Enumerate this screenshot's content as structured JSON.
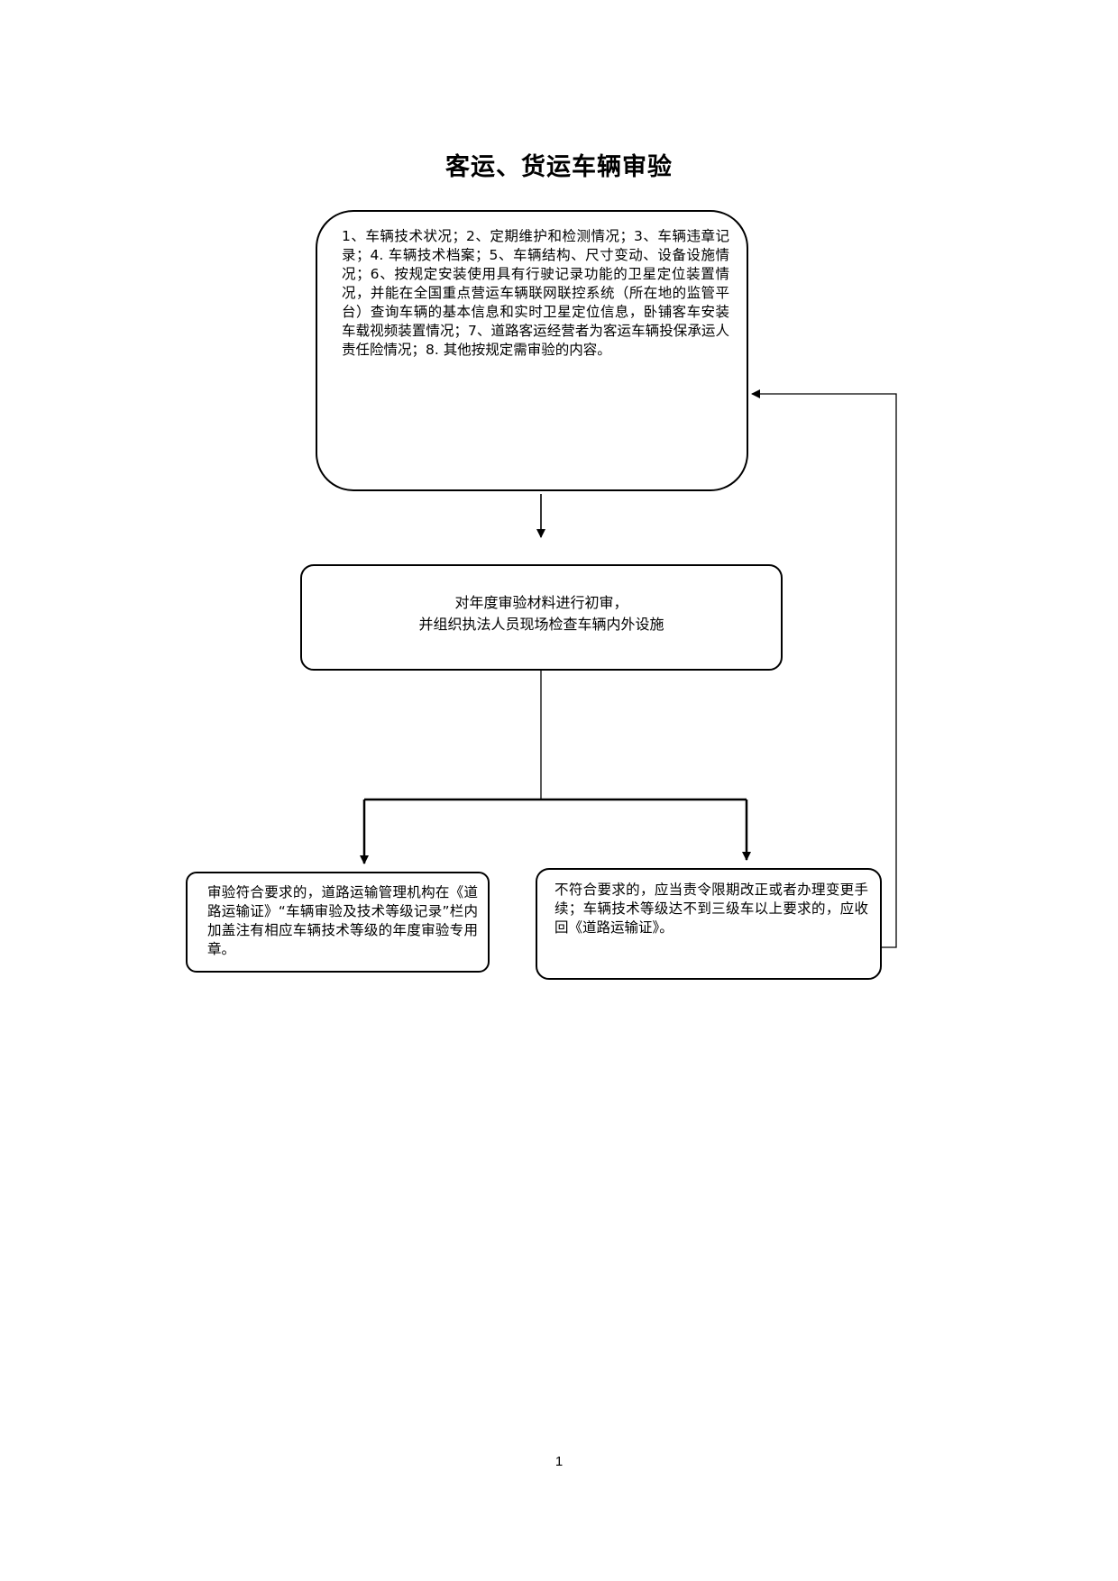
{
  "title": "客运、货运车辆审验",
  "nodes": {
    "requirements": "1、车辆技术状况；2、定期维护和检测情况；3、车辆违章记录；4. 车辆技术档案；5、车辆结构、尺寸变动、设备设施情况；6、按规定安装使用具有行驶记录功能的卫星定位装置情况，并能在全国重点营运车辆联网联控系统（所在地的监管平台）查询车辆的基本信息和实时卫星定位信息，卧铺客车安装车载视频装置情况；7、道路客运经营者为客运车辆投保承运人责任险情况；8. 其他按规定需审验的内容。",
    "initial_review": "对年度审验材料进行初审，\n并组织执法人员现场检查车辆内外设施",
    "pass": "审验符合要求的，道路运输管理机构在《道路运输证》“车辆审验及技术等级记录”栏内加盖注有相应车辆技术等级的年度审验专用章。",
    "fail": "不符合要求的，应当责令限期改正或者办理变更手续；车辆技术等级达不到三级车以上要求的，应收回《道路运输证》。"
  },
  "page_number": "1"
}
